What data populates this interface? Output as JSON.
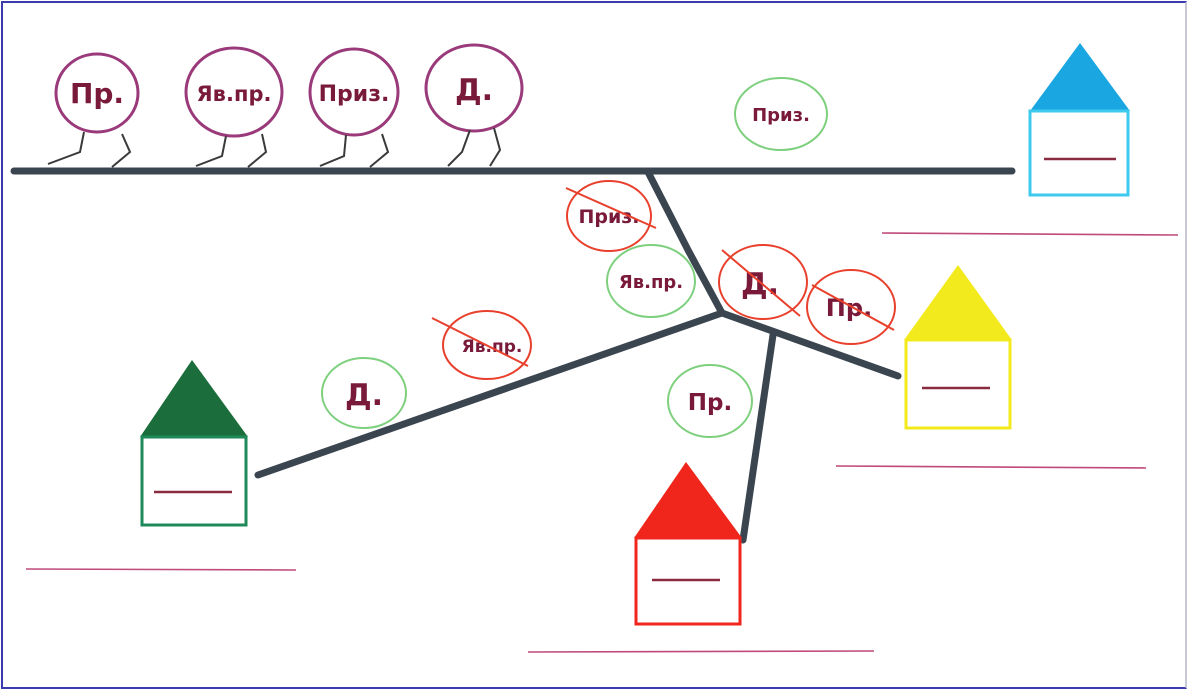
{
  "tokens": {
    "top_row": [
      {
        "label": "Пр."
      },
      {
        "label": "Яв.пр."
      },
      {
        "label": "Приз."
      },
      {
        "label": "Д."
      }
    ],
    "top_floating": {
      "label": "Приз."
    },
    "crossed": [
      {
        "label": "Приз."
      },
      {
        "label": "Д."
      },
      {
        "label": "Пр."
      },
      {
        "label": "Яв.пр."
      }
    ],
    "green": [
      {
        "label": "Яв.пр."
      },
      {
        "label": "Д."
      },
      {
        "label": "Пр."
      }
    ]
  },
  "houses": [
    {
      "name": "blue-house",
      "color": "#1aa6e0"
    },
    {
      "name": "yellow-house",
      "color": "#f2ea1c"
    },
    {
      "name": "green-house",
      "color": "#1b6e3c"
    },
    {
      "name": "red-house",
      "color": "#f0261c"
    }
  ],
  "colors": {
    "road": "#3a4550",
    "token_text": "#7a1a3a",
    "token_border_purple": "#9a3a7a",
    "token_border_green": "#7ed07e",
    "token_border_red": "#e8402c",
    "line_pink": "#c04a7a"
  }
}
